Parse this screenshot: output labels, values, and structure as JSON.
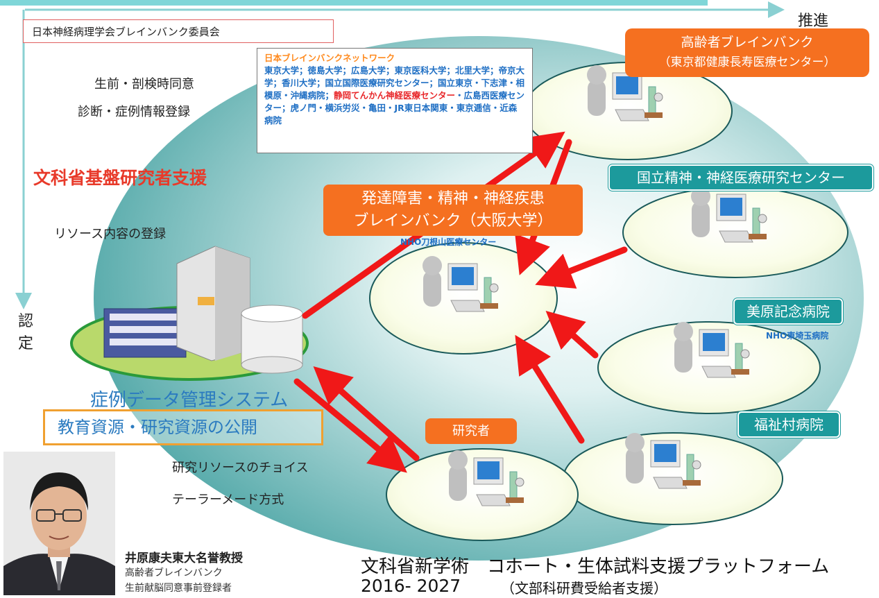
{
  "header": {
    "committee": "日本神経病理学会ブレインバンク委員会",
    "promote": "推進"
  },
  "left_labels": {
    "consent": "生前・剖検時同意",
    "diagnosis": "診断・症例情報登録",
    "mext_support": "文科省基盤研究者支援",
    "resource_registration": "リソース内容の登録",
    "certification": "認定"
  },
  "network": {
    "title": "日本ブレインバンクネットワーク",
    "text_blue_1": "東京大学；徳島大学；広島大学；東京医科大学；北里大学；帝京大学；香川大学；国立国際医療研究センター；国立東京・下志津・相模原・沖縄病院；",
    "text_red": "静岡てんかん神経医療センター",
    "text_blue_2": "・広島西医療センター；虎ノ門・横浜労災・亀田・JR東日本関東・東京逓信・近森病院"
  },
  "nodes": {
    "elderly_bank_line1": "高齢者ブレインバンク",
    "elderly_bank_line2": "（東京都健康長寿医療センター）",
    "osaka_line1": "発達障害・精神・神経疾患",
    "osaka_line2": "ブレインバンク（大阪大学）",
    "nho_toneyama": "NHO刀根山医療センター",
    "ncnp": "国立精神・神経医療研究センター",
    "mihara": "美原記念病院",
    "nho_higashisaitama": "NHO東埼玉病院",
    "fukushi": "福祉村病院",
    "researcher": "研究者"
  },
  "system": {
    "case_data_system": "症例データ管理システム",
    "public_release": "教育資源・研究資源の公開",
    "choice": "研究リソースのチョイス",
    "tailor": "テーラーメード方式"
  },
  "profile": {
    "name": "井原康夫東大名誉教授",
    "role": "高齢者ブレインバンク",
    "note": "生前献脳同意事前登録者"
  },
  "footer": {
    "platform": "文科省新学術　コホート・生体試料支援プラットフォーム",
    "years": "2016- 2027",
    "support": "（文部科研費受給者支援）"
  },
  "colors": {
    "orange": "#f57020",
    "teal": "#1c9a9c",
    "red_arrow": "#f01818",
    "mext_red": "#e83a2a",
    "blue_text": "#2b7bc0"
  }
}
